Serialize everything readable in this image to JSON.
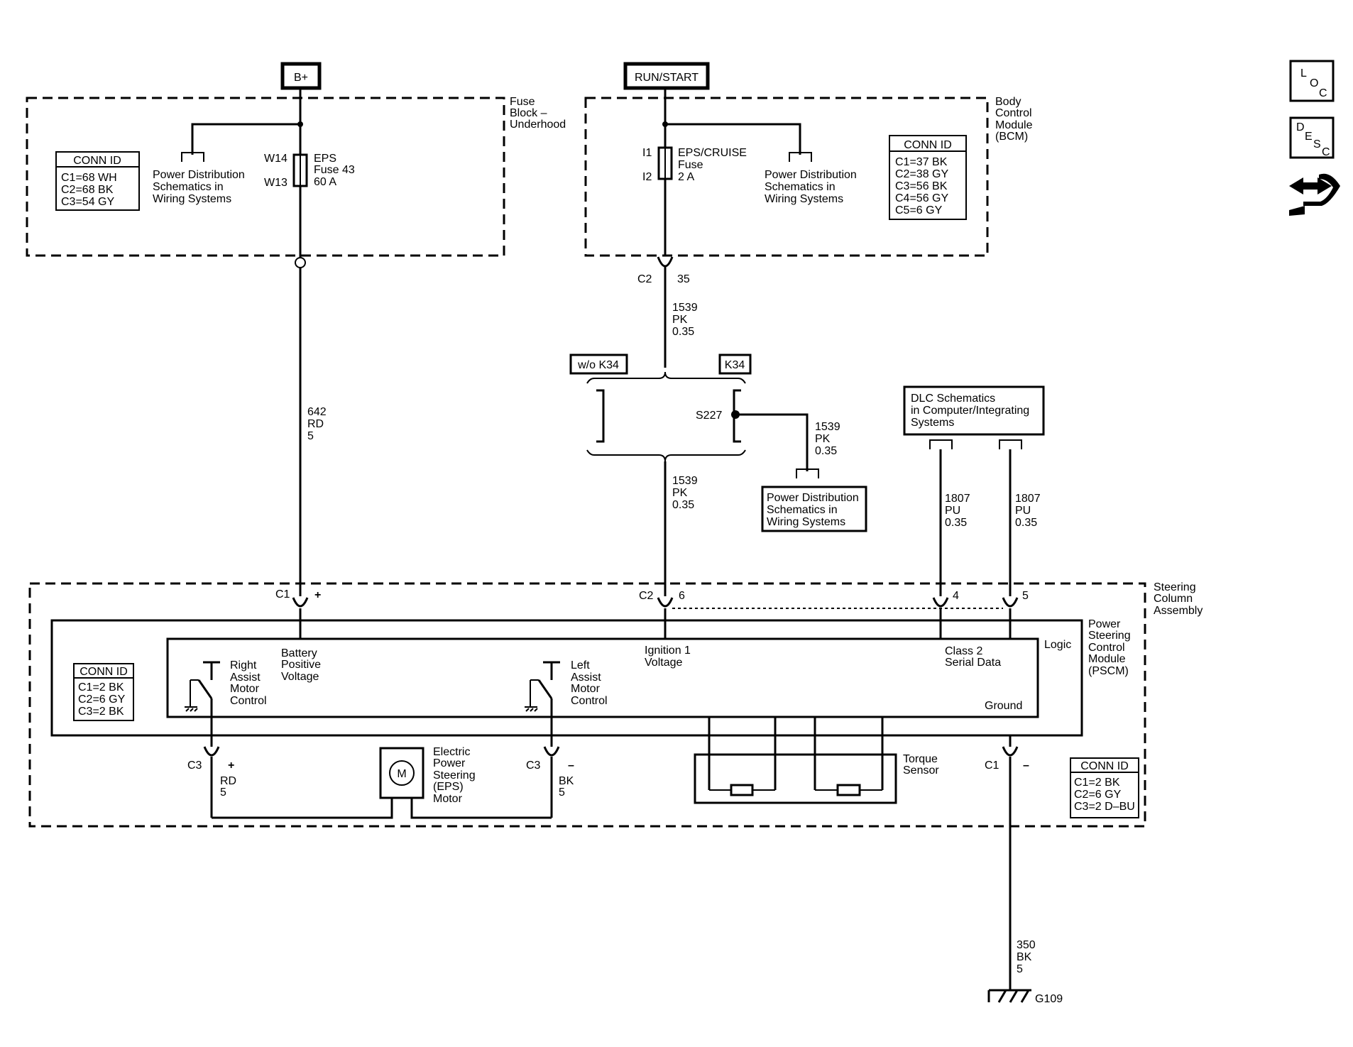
{
  "sources": {
    "bplus": "B+",
    "run_start": "RUN/START"
  },
  "fuse_block": {
    "title": [
      "Fuse",
      "Block –",
      "Underhood"
    ],
    "conn_id": {
      "header": "CONN ID",
      "rows": [
        "C1=68 WH",
        "C2=68 BK",
        "C3=54 GY"
      ]
    },
    "power_dist": [
      "Power Distribution",
      "Schematics in",
      "Wiring Systems"
    ],
    "terminal_top": "W14",
    "terminal_bottom": "W13",
    "fuse_label": [
      "EPS",
      "Fuse 43",
      "60 A"
    ]
  },
  "bcm": {
    "title": [
      "Body",
      "Control",
      "Module",
      "(BCM)"
    ],
    "conn_id": {
      "header": "CONN ID",
      "rows": [
        "C1=37 BK",
        "C2=38 GY",
        "C3=56 BK",
        "C4=56 GY",
        "C5=6 GY"
      ]
    },
    "power_dist": [
      "Power Distribution",
      "Schematics in",
      "Wiring Systems"
    ],
    "terminal_top": "I1",
    "terminal_bottom": "I2",
    "fuse_label": [
      "EPS/CRUISE",
      "Fuse",
      "2 A"
    ]
  },
  "connectors": {
    "bcm_out": {
      "name": "C2",
      "pin": "35"
    },
    "pscm_batt": {
      "name": "C1",
      "pin": "+"
    },
    "pscm_ign": {
      "name": "C2",
      "pin": "6"
    },
    "pscm_data4": {
      "pin": "4"
    },
    "pscm_data5": {
      "pin": "5"
    },
    "motor_right": {
      "name": "C3",
      "pin": "+"
    },
    "motor_left": {
      "name": "C3",
      "pin": "–"
    },
    "ground": {
      "name": "C1",
      "pin": "–"
    }
  },
  "wires": {
    "w642": [
      "642",
      "RD",
      "5"
    ],
    "w1539_a": [
      "1539",
      "PK",
      "0.35"
    ],
    "w1539_b": [
      "1539",
      "PK",
      "0.35"
    ],
    "w1539_c": [
      "1539",
      "PK",
      "0.35"
    ],
    "w1807_a": [
      "1807",
      "PU",
      "0.35"
    ],
    "w1807_b": [
      "1807",
      "PU",
      "0.35"
    ],
    "motor_rd": [
      "RD",
      "5"
    ],
    "motor_bk": [
      "BK",
      "5"
    ],
    "w350": [
      "350",
      "BK",
      "5"
    ]
  },
  "options": {
    "without": "w/o K34",
    "with": "K34"
  },
  "splice": "S227",
  "power_dist_box": [
    "Power Distribution",
    "Schematics in",
    "Wiring Systems"
  ],
  "dlc_box": [
    "DLC Schematics",
    "in Computer/Integrating",
    "Systems"
  ],
  "steering_column": [
    "Steering",
    "Column",
    "Assembly"
  ],
  "pscm": {
    "title": [
      "Power",
      "Steering",
      "Control",
      "Module",
      "(PSCM)"
    ],
    "logic": "Logic",
    "battery": [
      "Battery",
      "Positive",
      "Voltage"
    ],
    "ignition": [
      "Ignition 1",
      "Voltage"
    ],
    "serial": [
      "Class 2",
      "Serial Data"
    ],
    "ground": "Ground",
    "right_motor": [
      "Right",
      "Assist",
      "Motor",
      "Control"
    ],
    "left_motor": [
      "Left",
      "Assist",
      "Motor",
      "Control"
    ],
    "conn_id_left": {
      "header": "CONN ID",
      "rows": [
        "C1=2 BK",
        "C2=6 GY",
        "C3=2 BK"
      ]
    },
    "conn_id_right": {
      "header": "CONN ID",
      "rows": [
        "C1=2 BK",
        "C2=6 GY",
        "C3=2 D–BU"
      ]
    }
  },
  "eps_motor": {
    "symbol": "M",
    "label": [
      "Electric",
      "Power",
      "Steering",
      "(EPS)",
      "Motor"
    ]
  },
  "torque_sensor": [
    "Torque",
    "Sensor"
  ],
  "ground_point": "G109",
  "nav_icons": {
    "loc": [
      "L",
      "O",
      "C"
    ],
    "desc": [
      "D",
      "E",
      "S",
      "C"
    ],
    "arrows": "navigation-arrows-icon"
  }
}
